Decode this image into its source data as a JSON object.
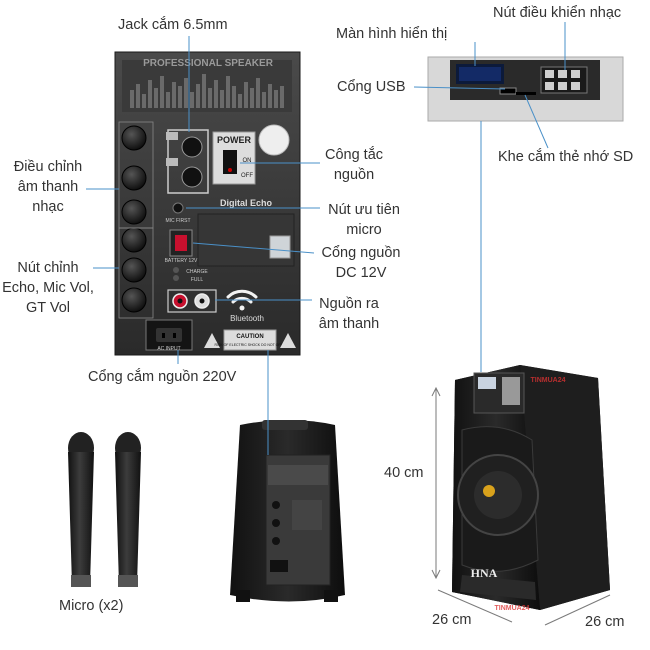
{
  "panel": {
    "header": "PROFESSIONAL SPEAKER",
    "power": "POWER",
    "on": "ON",
    "off": "OFF",
    "digital_echo": "Digital Echo",
    "bluetooth": "Bluetooth",
    "caution": "CAUTION",
    "caution_sub": "RISK OF ELECTRIC SHOCK DO NOT OPEN",
    "mic_first": "MIC FIRST",
    "battery": "BATTERY 12V",
    "charge": "CHARGE",
    "full": "FULL",
    "ac_input": "AC INPUT"
  },
  "labels": {
    "jack": "Jack cắm 6.5mm",
    "display": "Màn hình hiển thị",
    "control_buttons": "Nút điều khiển nhạc",
    "usb": "Cổng USB",
    "sd_slot": "Khe cắm thẻ nhớ SD",
    "music_adjust": [
      "Điều chỉnh",
      "âm thanh",
      "nhạc"
    ],
    "power_switch": [
      "Công tắc",
      "nguồn"
    ],
    "mic_priority": [
      "Nút ưu tiên",
      "micro"
    ],
    "dc_port": [
      "Cổng nguồn",
      "DC 12V"
    ],
    "knobs": [
      "Nút chỉnh",
      "Echo, Mic Vol,",
      "GT Vol"
    ],
    "audio_out": [
      "Nguồn ra",
      "âm thanh"
    ],
    "ac_port": "Cổng cắm nguồn 220V",
    "micro": "Micro (x2)",
    "height": "40 cm",
    "depth": "26 cm",
    "width": "26 cm"
  },
  "brand": "HNA",
  "watermark": "TINMUA24",
  "colors": {
    "panel": "#2e2e2e",
    "body": "#1c1c1c",
    "line": "#4a90c8",
    "text": "#333333"
  }
}
